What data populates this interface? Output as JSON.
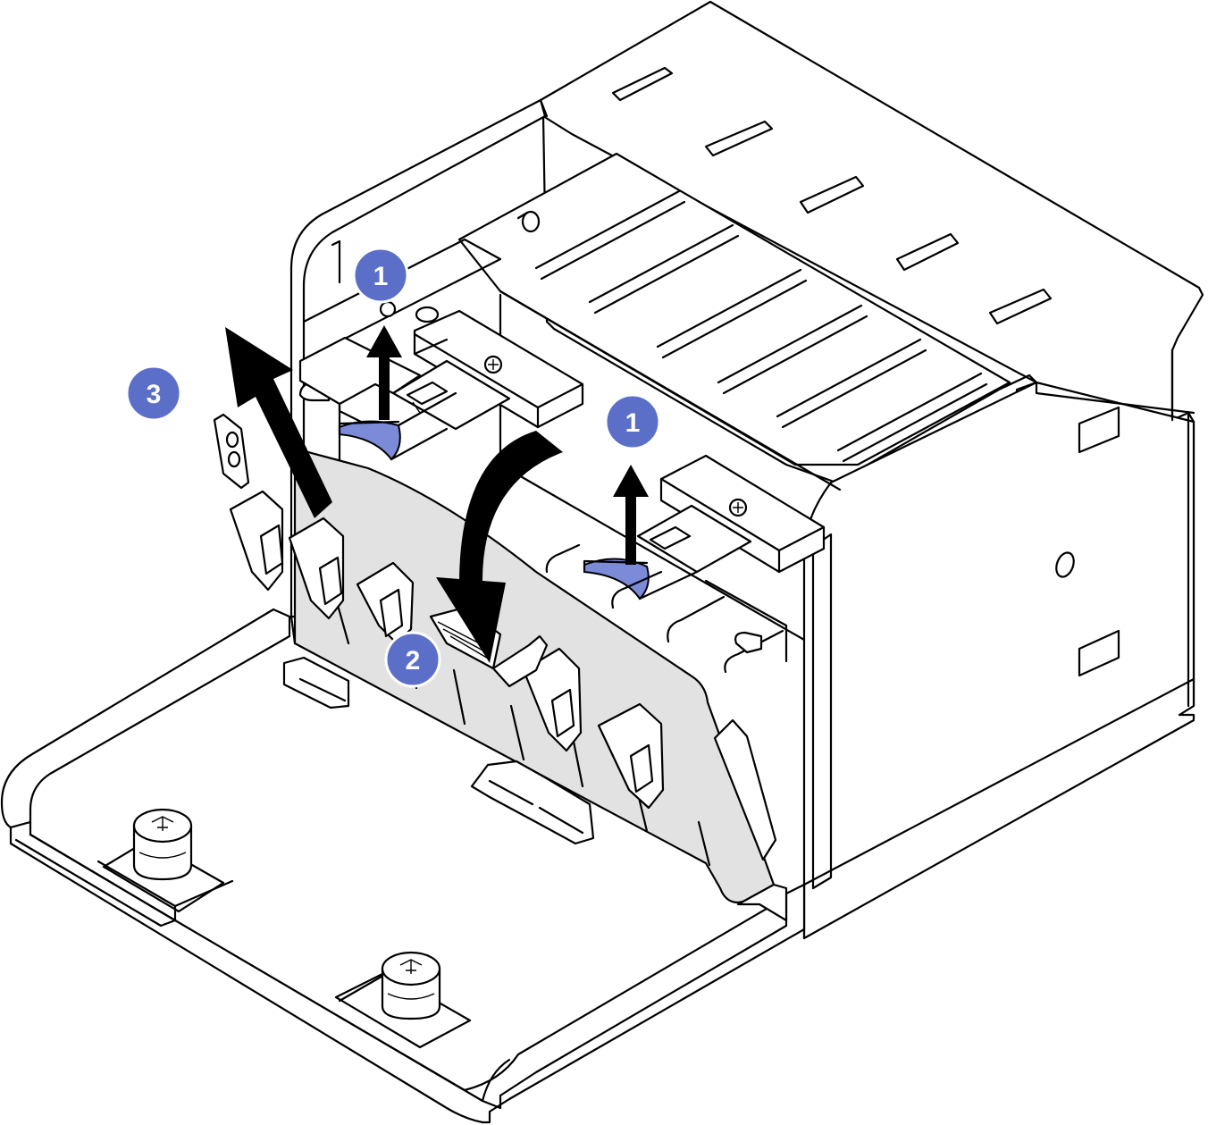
{
  "colors": {
    "callout_fill": "#5b6fc9",
    "latch_tab": "#7b8bd8",
    "backplane_fill": "#e2e2e2",
    "line": "#000000"
  },
  "callouts": [
    {
      "id": "step-1a",
      "label": "1"
    },
    {
      "id": "step-1b",
      "label": "1"
    },
    {
      "id": "step-2",
      "label": "2"
    },
    {
      "id": "step-3",
      "label": "3"
    }
  ],
  "arrows": [
    {
      "id": "lift-latch-left",
      "direction": "up"
    },
    {
      "id": "lift-latch-right",
      "direction": "up"
    },
    {
      "id": "rotate-backplane",
      "direction": "curved-down"
    },
    {
      "id": "remove-backplane",
      "direction": "up-left"
    }
  ]
}
